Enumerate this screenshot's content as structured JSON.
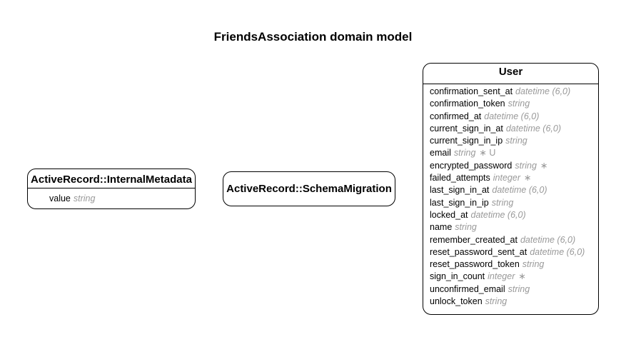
{
  "title": "FriendsAssociation domain model",
  "entities": {
    "internal_metadata": {
      "name": "ActiveRecord::InternalMetadata",
      "attributes": [
        {
          "name": "value",
          "type": "string",
          "flags": ""
        }
      ]
    },
    "schema_migration": {
      "name": "ActiveRecord::SchemaMigration",
      "attributes": []
    },
    "user": {
      "name": "User",
      "attributes": [
        {
          "name": "confirmation_sent_at",
          "type": "datetime (6,0)",
          "flags": ""
        },
        {
          "name": "confirmation_token",
          "type": "string",
          "flags": ""
        },
        {
          "name": "confirmed_at",
          "type": "datetime (6,0)",
          "flags": ""
        },
        {
          "name": "current_sign_in_at",
          "type": "datetime (6,0)",
          "flags": ""
        },
        {
          "name": "current_sign_in_ip",
          "type": "string",
          "flags": ""
        },
        {
          "name": "email",
          "type": "string",
          "flags": "∗  U"
        },
        {
          "name": "encrypted_password",
          "type": "string",
          "flags": "∗"
        },
        {
          "name": "failed_attempts",
          "type": "integer",
          "flags": "∗"
        },
        {
          "name": "last_sign_in_at",
          "type": "datetime (6,0)",
          "flags": ""
        },
        {
          "name": "last_sign_in_ip",
          "type": "string",
          "flags": ""
        },
        {
          "name": "locked_at",
          "type": "datetime (6,0)",
          "flags": ""
        },
        {
          "name": "name",
          "type": "string",
          "flags": ""
        },
        {
          "name": "remember_created_at",
          "type": "datetime (6,0)",
          "flags": ""
        },
        {
          "name": "reset_password_sent_at",
          "type": "datetime (6,0)",
          "flags": ""
        },
        {
          "name": "reset_password_token",
          "type": "string",
          "flags": ""
        },
        {
          "name": "sign_in_count",
          "type": "integer",
          "flags": "∗"
        },
        {
          "name": "unconfirmed_email",
          "type": "string",
          "flags": ""
        },
        {
          "name": "unlock_token",
          "type": "string",
          "flags": ""
        }
      ]
    }
  }
}
